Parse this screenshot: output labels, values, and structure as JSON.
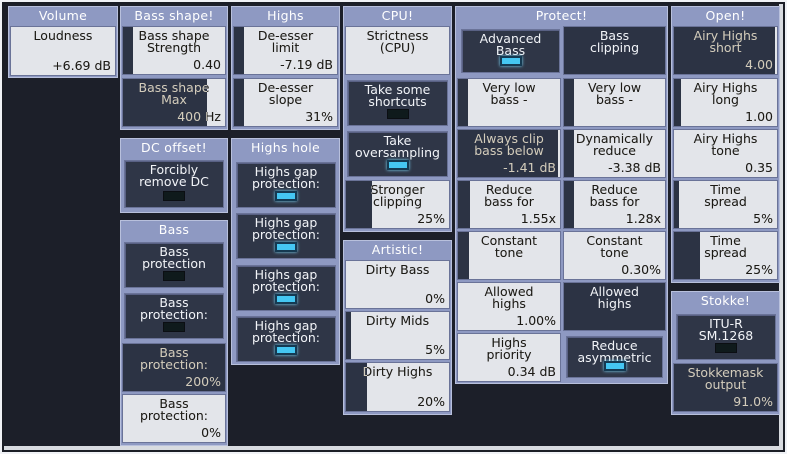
{
  "panels": {
    "volume": {
      "title": "Volume"
    },
    "bass_shape": {
      "title": "Bass shape!"
    },
    "highs": {
      "title": "Highs"
    },
    "cpu": {
      "title": "CPU!"
    },
    "protect": {
      "title": "Protect!"
    },
    "open": {
      "title": "Open!"
    },
    "dc_offset": {
      "title": "DC offset!"
    },
    "highs_hole": {
      "title": "Highs hole"
    },
    "bass": {
      "title": "Bass"
    },
    "artistic": {
      "title": "Artistic!"
    },
    "stokke": {
      "title": "Stokke!"
    }
  },
  "controls": {
    "loudness": {
      "label": "Loudness",
      "value": "+6.69 dB",
      "fill": 0.0
    },
    "bass_shape_strength": {
      "label": "Bass shape\nStrength",
      "value": "0.40",
      "fill": 0.1
    },
    "bass_shape_max": {
      "label": "Bass shape\nMax",
      "value": "400 Hz",
      "fill": 0.82
    },
    "de_esser_limit": {
      "label": "De-esser\nlimit",
      "value": "-7.19 dB",
      "fill": 0.1
    },
    "de_esser_slope": {
      "label": "De-esser\nslope",
      "value": "31%",
      "fill": 0.1
    },
    "strictness_cpu": {
      "label": "Strictness\n(CPU)",
      "value": "",
      "fill": 0.0
    },
    "take_shortcuts": {
      "label": "Take some\nshortcuts",
      "on": false
    },
    "take_oversampling": {
      "label": "Take\noversampling",
      "on": true
    },
    "stronger_clipping": {
      "label": "Stronger\nclipping",
      "value": "25%",
      "fill": 0.25
    },
    "advanced_bass": {
      "label": "Advanced\nBass",
      "on": true
    },
    "bass_clipping": {
      "label": "Bass\nclipping"
    },
    "very_low_bass_1": {
      "label": "Very low\nbass -",
      "fill": 0.1
    },
    "very_low_bass_2": {
      "label": "Very low\nbass -",
      "fill": 0.1
    },
    "always_clip_bass": {
      "label": "Always clip\nbass below",
      "value": "-1.41 dB",
      "fill": 0.98
    },
    "dynamically_reduce": {
      "label": "Dynamically\nreduce",
      "value": "-3.38 dB",
      "fill": 0.1
    },
    "reduce_bass_1": {
      "label": "Reduce\nbass for",
      "value": "1.55x",
      "fill": 0.12
    },
    "reduce_bass_2": {
      "label": "Reduce\nbass for",
      "value": "1.28x",
      "fill": 0.1
    },
    "constant_tone_1": {
      "label": "Constant\ntone",
      "value": "",
      "fill": 0.11
    },
    "constant_tone_2": {
      "label": "Constant\ntone",
      "value": "0.30%",
      "fill": 0.0
    },
    "allowed_highs_1": {
      "label": "Allowed\nhighs",
      "value": "1.00%",
      "fill": 0.0
    },
    "allowed_highs_2": {
      "label": "Allowed\nhighs"
    },
    "highs_priority": {
      "label": "Highs\npriority",
      "value": "0.34 dB",
      "fill": 0.0
    },
    "reduce_asymmetric": {
      "label": "Reduce\nasymmetric",
      "on": true
    },
    "airy_highs_short": {
      "label": "Airy Highs\nshort",
      "value": "4.00",
      "fill": 0.98
    },
    "airy_highs_long": {
      "label": "Airy Highs\nlong",
      "value": "1.00",
      "fill": 0.07
    },
    "airy_highs_tone": {
      "label": "Airy Highs\ntone",
      "value": "0.35",
      "fill": 0.0
    },
    "time_spread_1": {
      "label": "Time\nspread",
      "value": "5%",
      "fill": 0.05
    },
    "time_spread_2": {
      "label": "Time\nspread",
      "value": "25%",
      "fill": 0.25
    },
    "forcibly_remove_dc": {
      "label": "Forcibly\nremove DC",
      "on": false
    },
    "highs_gap_1": {
      "label": "Highs gap\nprotection:",
      "on": true
    },
    "highs_gap_2": {
      "label": "Highs gap\nprotection:",
      "on": true
    },
    "highs_gap_3": {
      "label": "Highs gap\nprotection:",
      "on": true
    },
    "highs_gap_4": {
      "label": "Highs gap\nprotection:",
      "on": true
    },
    "bass_protection_1": {
      "label": "Bass\nprotection",
      "on": false
    },
    "bass_protection_2": {
      "label": "Bass\nprotection:",
      "on": false
    },
    "bass_protection_3": {
      "label": "Bass\nprotection:",
      "value": "200%",
      "fill": 1.0
    },
    "bass_protection_4": {
      "label": "Bass\nprotection:",
      "value": "0%",
      "fill": 0.0
    },
    "dirty_bass": {
      "label": "Dirty Bass",
      "value": "0%",
      "fill": 0.0
    },
    "dirty_mids": {
      "label": "Dirty Mids",
      "value": "5%",
      "fill": 0.05
    },
    "dirty_highs": {
      "label": "Dirty Highs",
      "value": "20%",
      "fill": 0.2
    },
    "itu_r": {
      "label": "ITU-R\nSM.1268",
      "on": false
    },
    "stokkemask_output": {
      "label": "Stokkemask\noutput",
      "value": "91.0%",
      "fill": 1.0
    }
  }
}
